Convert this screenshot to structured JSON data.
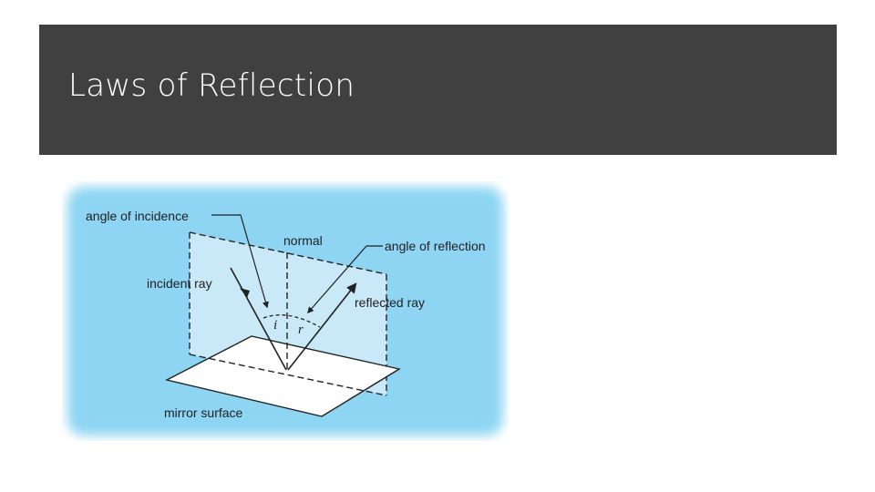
{
  "slide": {
    "title": "Laws of Reflection"
  },
  "diagram": {
    "labels": {
      "angle_of_incidence": "angle of incidence",
      "normal": "normal",
      "angle_of_reflection": "angle of reflection",
      "incident_ray": "incident ray",
      "reflected_ray": "reflected ray",
      "mirror_surface": "mirror surface",
      "angle_i": "i",
      "angle_r": "r"
    },
    "colors": {
      "title_bar": "#404040",
      "background_blue": "#87d3f3",
      "plane_fill": "#c9e8f8",
      "mirror_fill": "#ffffff",
      "ink": "#222222"
    }
  }
}
